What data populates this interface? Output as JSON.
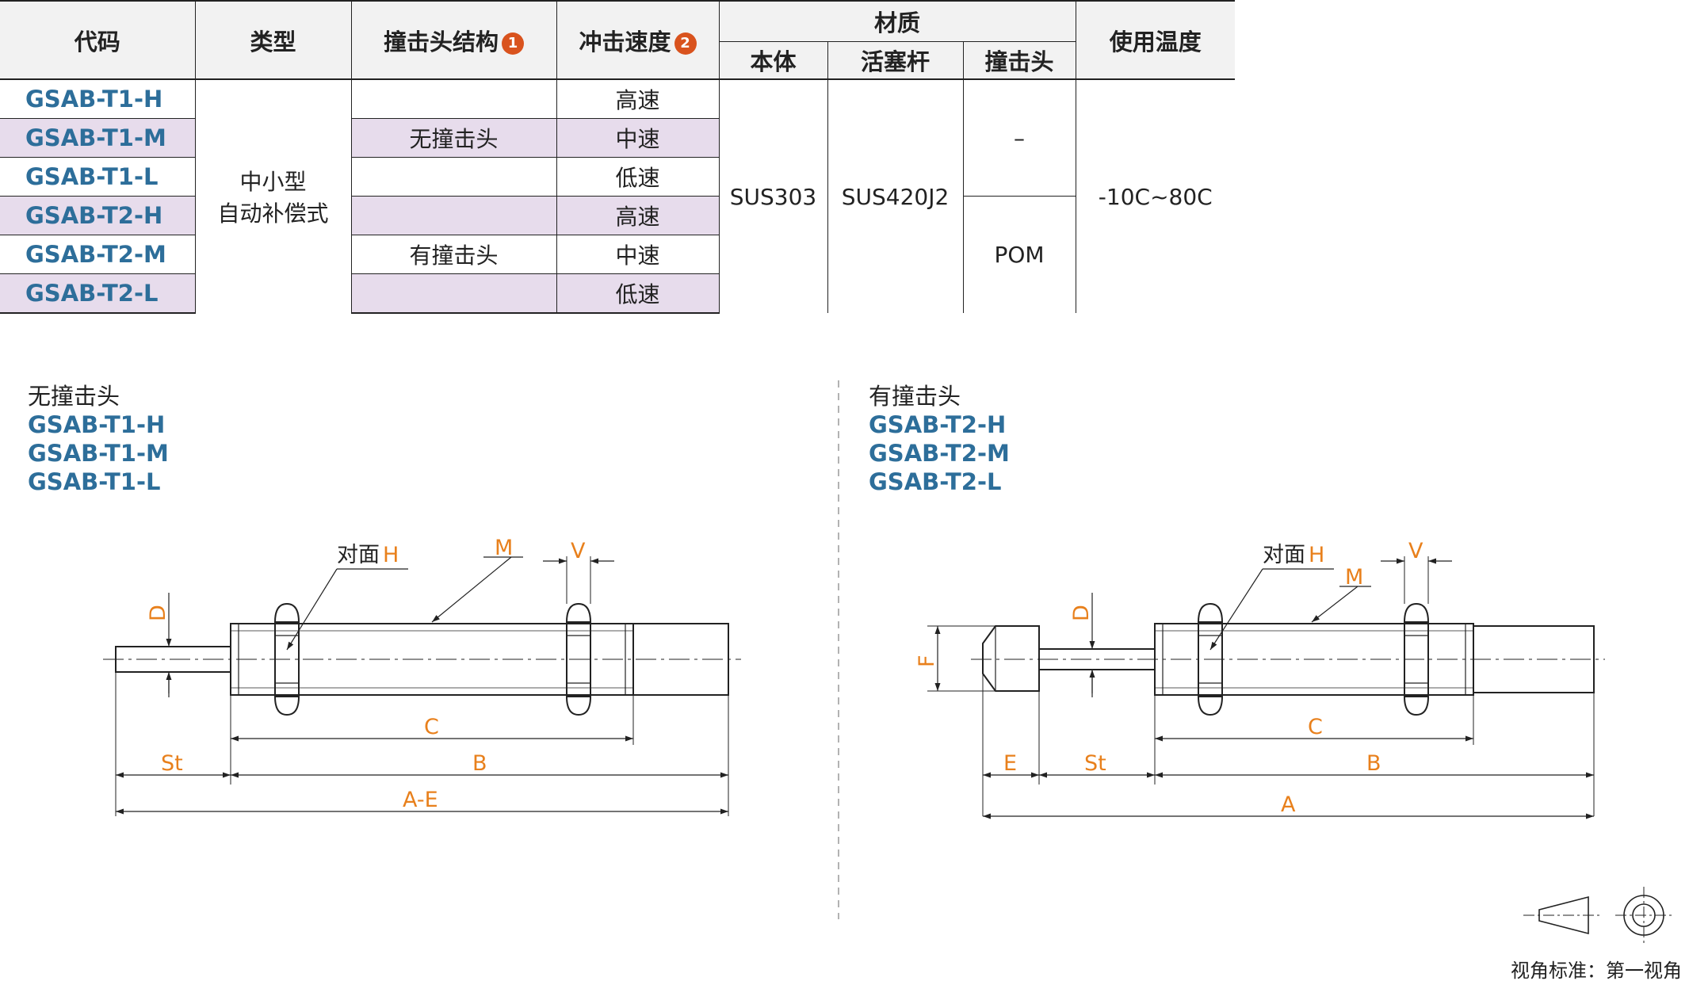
{
  "table": {
    "headers": {
      "code": "代码",
      "type": "类型",
      "striker": "撞击头结构",
      "striker_badge": "1",
      "speed": "冲击速度",
      "speed_badge": "2",
      "material": "材质",
      "body": "本体",
      "rod": "活塞杆",
      "head": "撞击头",
      "temp": "使用温度"
    },
    "codes": [
      "GSAB-T1-H",
      "GSAB-T1-M",
      "GSAB-T1-L",
      "GSAB-T2-H",
      "GSAB-T2-M",
      "GSAB-T2-L"
    ],
    "type_line1": "中小型",
    "type_line2": "自动补偿式",
    "striker_none": "无撞击头",
    "striker_with": "有撞击头",
    "speeds": [
      "高速",
      "中速",
      "低速",
      "高速",
      "中速",
      "低速"
    ],
    "body_material": "SUS303",
    "rod_material": "SUS420J2",
    "head_none": "–",
    "head_with": "POM",
    "temp_range": "-10C~80C"
  },
  "left_drawing": {
    "title": "无撞击头",
    "codes": [
      "GSAB-T1-H",
      "GSAB-T1-M",
      "GSAB-T1-L"
    ],
    "label_face": "对面",
    "label_h": "H",
    "label_m": "M",
    "label_v": "V",
    "label_d": "D",
    "label_c": "C",
    "label_st": "St",
    "label_b": "B",
    "label_ae": "A-E"
  },
  "right_drawing": {
    "title": "有撞击头",
    "codes": [
      "GSAB-T2-H",
      "GSAB-T2-M",
      "GSAB-T2-L"
    ],
    "label_face": "对面",
    "label_h": "H",
    "label_m": "M",
    "label_v": "V",
    "label_d": "D",
    "label_f": "F",
    "label_c": "C",
    "label_e": "E",
    "label_st": "St",
    "label_b": "B",
    "label_a": "A"
  },
  "projection": {
    "label": "视角标准：第一视角"
  },
  "colors": {
    "accent_blue": "#2d6e9a",
    "dimension_orange": "#e8801c",
    "row_lavender": "#e7dcec",
    "badge_orange": "#d9531e"
  }
}
